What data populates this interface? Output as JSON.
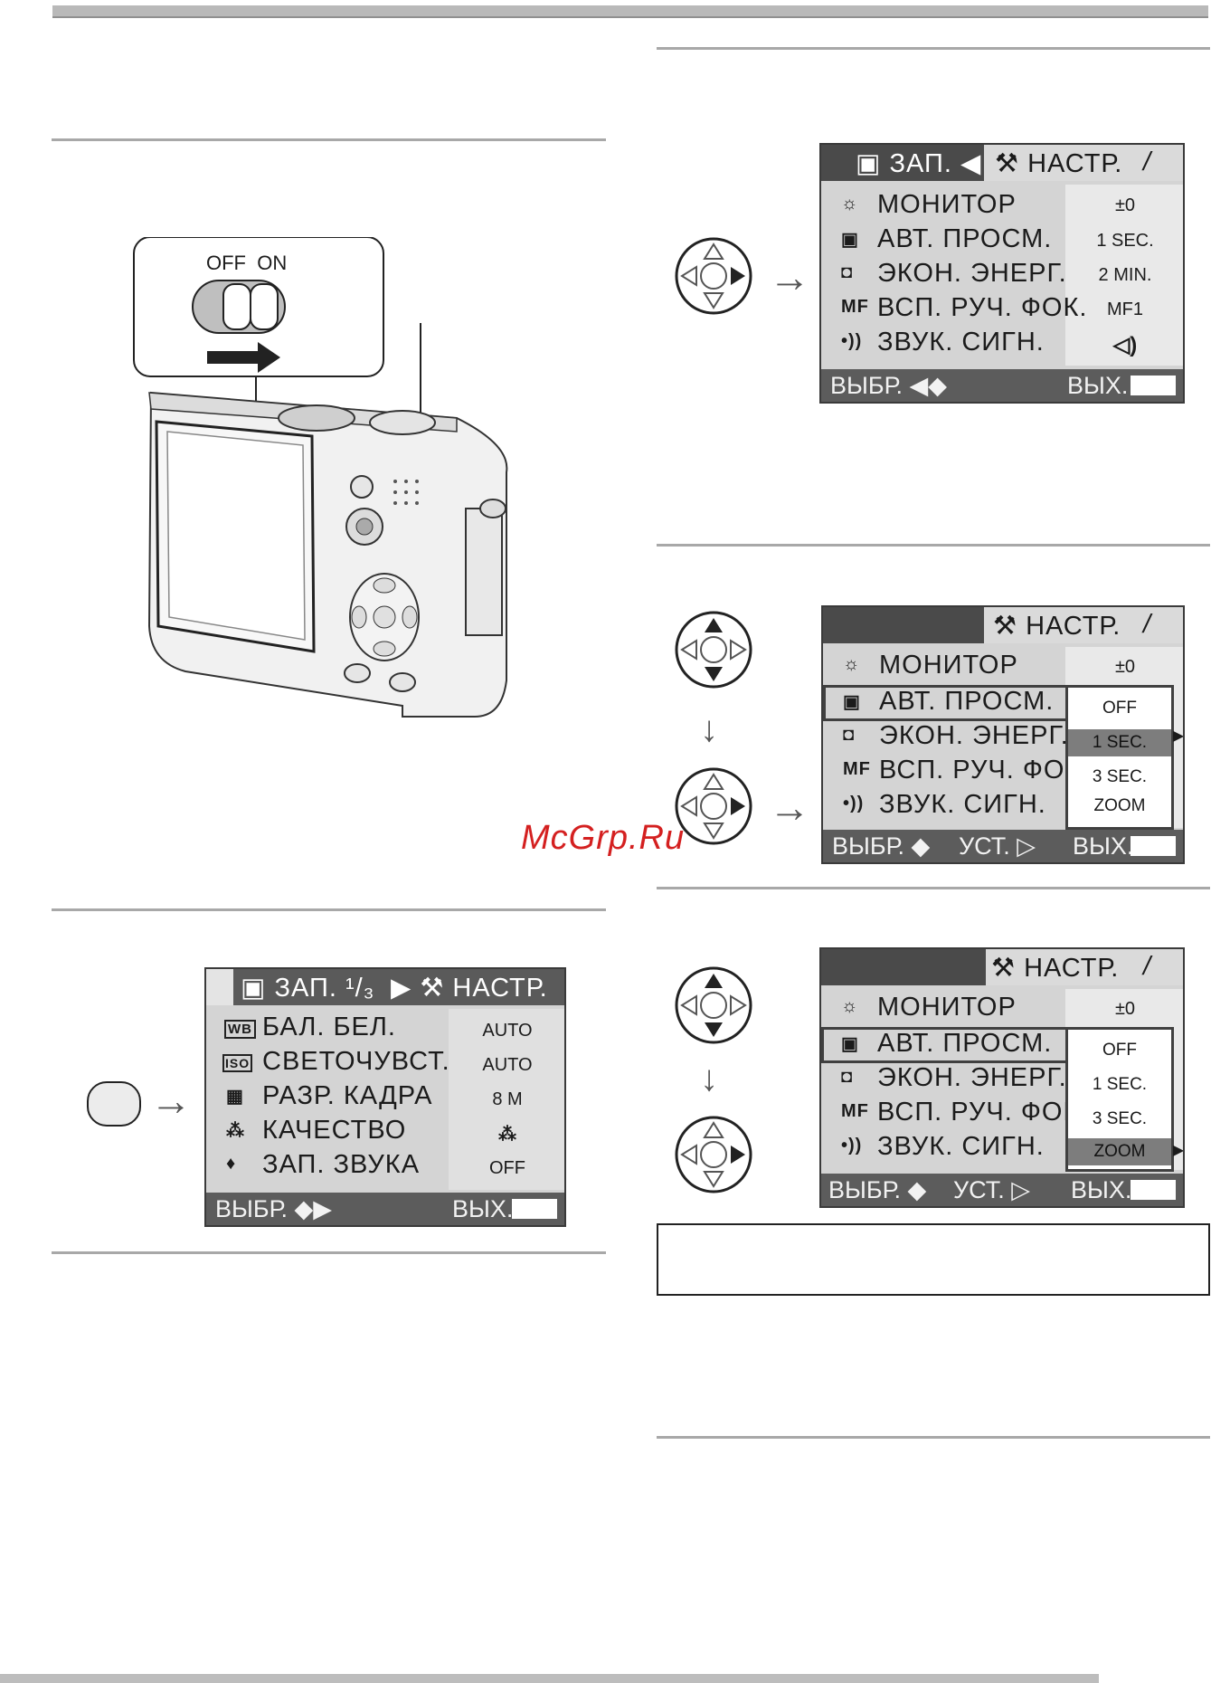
{
  "watermark": "McGrp.Ru",
  "camera_switch": {
    "label": "OFF  ON"
  },
  "screen1": {
    "header_left": "ЗАП.",
    "header_right": "НАСТР.",
    "page": "/",
    "rows": [
      {
        "icon": "☼",
        "label": "МОНИТОР",
        "value": "±0"
      },
      {
        "icon": "▣",
        "label": "АВТ. ПРОСМ.",
        "value": "1 SEC."
      },
      {
        "icon": "◘",
        "label": "ЭКОН. ЭНЕРГ.",
        "value": "2 MIN."
      },
      {
        "icon": "MF",
        "label": "ВСП. РУЧ. ФОК.",
        "value": "MF1"
      },
      {
        "icon": "•))",
        "label": "ЗВУК. СИГН.",
        "value": "◁)"
      }
    ],
    "footer_select": "ВЫБР. ◀◆",
    "footer_exit": "ВЫХ."
  },
  "screen2": {
    "header_right": "НАСТР.",
    "page": "/",
    "rows": [
      {
        "icon": "☼",
        "label": "МОНИТОР",
        "value": "±0"
      },
      {
        "icon": "▣",
        "label": "АВТ. ПРОСМ.",
        "value": ""
      },
      {
        "icon": "◘",
        "label": "ЭКОН. ЭНЕРГ.",
        "value": ""
      },
      {
        "icon": "MF",
        "label": "ВСП. РУЧ. ФОК.",
        "value": ""
      },
      {
        "icon": "•))",
        "label": "ЗВУК. СИГН.",
        "value": ""
      }
    ],
    "popup": [
      "OFF",
      "1 SEC.",
      "3 SEC.",
      "ZOOM"
    ],
    "footer_select": "ВЫБР. ◆",
    "footer_set": "УСТ. ▷",
    "footer_exit": "ВЫХ."
  },
  "screen3": {
    "header_right": "НАСТР.",
    "page": "/",
    "rows": [
      {
        "icon": "☼",
        "label": "МОНИТОР",
        "value": "±0"
      },
      {
        "icon": "▣",
        "label": "АВТ. ПРОСМ.",
        "value": ""
      },
      {
        "icon": "◘",
        "label": "ЭКОН. ЭНЕРГ.",
        "value": ""
      },
      {
        "icon": "MF",
        "label": "ВСП. РУЧ. ФОК.",
        "value": ""
      },
      {
        "icon": "•))",
        "label": "ЗВУК. СИГН.",
        "value": ""
      }
    ],
    "popup": [
      "OFF",
      "1 SEC.",
      "3 SEC.",
      "ZOOM"
    ],
    "footer_select": "ВЫБР. ◆",
    "footer_set": "УСТ. ▷",
    "footer_exit": "ВЫХ."
  },
  "screen4": {
    "header_left": "ЗАП. ¹/₃",
    "header_right": "НАСТР.",
    "rows": [
      {
        "icon": "WB",
        "label": "БАЛ. БЕЛ.",
        "value": "AUTO"
      },
      {
        "icon": "ISO",
        "label": "СВЕТОЧУВСТ.",
        "value": "AUTO"
      },
      {
        "icon": "▦",
        "label": "РАЗР. КАДРА",
        "value": "8 M"
      },
      {
        "icon": "⁂",
        "label": "КАЧЕСТВО",
        "value": "⁂"
      },
      {
        "icon": "♦",
        "label": "ЗАП. ЗВУКА",
        "value": "OFF"
      }
    ],
    "footer_select": "ВЫБР. ◆▶",
    "footer_exit": "ВЫХ."
  },
  "colors": {
    "lcd_bg": "#d4d4d4",
    "lcd_header_dark": "#4a4a4a",
    "lcd_footer": "#5c5c5c",
    "rule": "#a8a8a8",
    "watermark": "#d42020"
  }
}
